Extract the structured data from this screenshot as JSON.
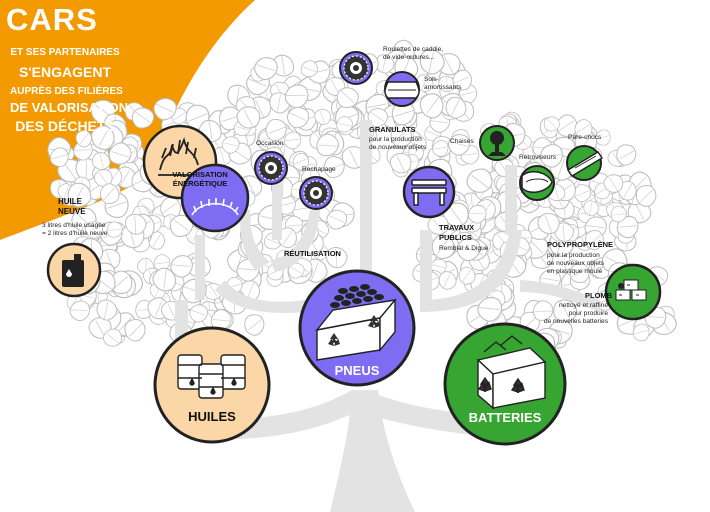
{
  "header": {
    "title": "CARS",
    "line1": "ET SES PARTENAIRES",
    "line2": "S'ENGAGENT",
    "line3": "AUPRÈS DES FILIÈRES",
    "line4": "DE VALORISATION",
    "line5": "DES DÉCHETS"
  },
  "huiles": {
    "label": "HUILES",
    "huile_neuve_1": "HUILE",
    "huile_neuve_2": "NEUVE",
    "note_1": "3 litres d'huile usagée",
    "note_2": "= 2 litres d'huile neuve",
    "valorisation_1": "VALORISATION",
    "valorisation_2": "ÉNERGÉTIQUE"
  },
  "pneus": {
    "label": "PNEUS",
    "reutilisation": "RÉUTILISATION",
    "occasion": "Occasion",
    "rechapage": "Rechapage",
    "granulats": "GRANULATS",
    "granulats_sub_1": "pour la production",
    "granulats_sub_2": "de nouveaux objets",
    "roulettes_1": "Roulettes de caddie,",
    "roulettes_2": "de vide-ordures...",
    "sols_1": "Sols",
    "sols_2": "amortissants",
    "travaux_1": "TRAVAUX",
    "travaux_2": "PUBLICS",
    "travaux_sub": "Remblai & Digue"
  },
  "batteries": {
    "label": "BATTERIES",
    "chaises": "Chaises",
    "retroviseurs": "Rétroviseurs",
    "pare_chocs": "Pare-chocs",
    "polypropylene": "POLYPROPYLÈNE",
    "poly_sub_1": "pour la production",
    "poly_sub_2": "de nouveaux objets",
    "poly_sub_3": "en plastique moulé",
    "plomb": "PLOMB",
    "plomb_sub_1": "nettoyé et raffiné",
    "plomb_sub_2": "pour produire",
    "plomb_sub_3": "de nouvelles batteries"
  },
  "colors": {
    "orange": "#F29A00",
    "peach": "#FBD6A6",
    "purple": "#7E6CF2",
    "green": "#36A531",
    "trunk": "#E3E3E3",
    "outline": "#222222"
  }
}
